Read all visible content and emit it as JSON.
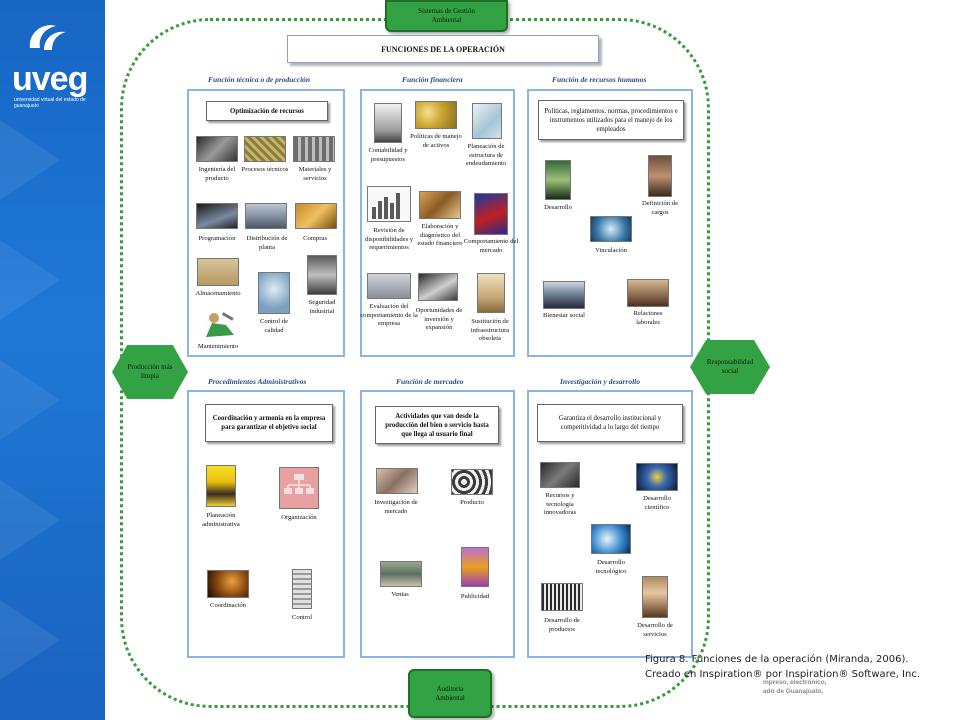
{
  "brand": {
    "name": "uveg",
    "subtitle": "universidad virtual del estado de guanajuato"
  },
  "nodes": {
    "top": "Sistemas de Gestión Ambiental",
    "bottom": "Auditoria Ambiental",
    "left": "Producción más limpia",
    "right": "Responsabilidad social"
  },
  "main_title": "FUNCIONES DE LA OPERACIÓN",
  "panels": {
    "tecnica": {
      "title": "Función técnica o de producción",
      "header": "Optimización de recursos",
      "items": [
        "Ingeniería del producto",
        "Procesos técnicos",
        "Materiales y servicios",
        "Programación",
        "Distribución de planta",
        "Compras",
        "Almacenamiento",
        "Control de calidad",
        "Seguridad industrial",
        "Mantenimiento"
      ]
    },
    "financiera": {
      "title": "Función financiera",
      "items": [
        "Contabilidad y presupuestos",
        "Políticas de manejo de activos",
        "Planeación de estructura de endeudamiento",
        "Revisión de disponibilidades y requerimientos",
        "Elaboración y diagnóstico del estado financiero",
        "Comportamiento del mercado",
        "Evaluación del comportamiento de la empresa",
        "Oportunidades de inversión y expansión",
        "Sustitución de infraestructura obsoleta"
      ]
    },
    "rrhh": {
      "title": "Función de recursos humanos",
      "header": "Políticas, reglamentos, normas, procedimientos e instrumentos utilizados para el manejo de los empleados",
      "items": [
        "Desarrollo",
        "Definición de cargos",
        "Vinculación",
        "Bienestar social",
        "Relaciones laborales"
      ]
    },
    "admin": {
      "title": "Procedimientos Administrativos",
      "header": "Coordinación y armonía en la empresa para garantizar el objetivo social",
      "items": [
        "Planeación administrativa",
        "Organización",
        "Coordinación",
        "Control"
      ]
    },
    "mercadeo": {
      "title": "Función de mercadeo",
      "header": "Actividades que van desde la producción del bien o servicio hasta que llega al usuario final",
      "items": [
        "Investigación de mercado",
        "Producto",
        "Ventas",
        "Publicidad"
      ]
    },
    "id": {
      "title": "Investigación y desarrollo",
      "header": "Garantiza el desarrollo institucional y competitividad a lo largo del tiempo",
      "items": [
        "Recursos y tecnología innovadoras",
        "Desarrollo científico",
        "Desarrollo tecnológico",
        "Desarrollo de productos",
        "Desarrollo de servicios"
      ]
    }
  },
  "caption": {
    "line1": "Figura 8. Funciones de la operación  (Miranda, 2006).",
    "line2": "Creado en Inspiration® por Inspiration® Software, Inc.",
    "tail1": "mpreso, electrónico,",
    "tail2": "ado de Guanajuato."
  }
}
